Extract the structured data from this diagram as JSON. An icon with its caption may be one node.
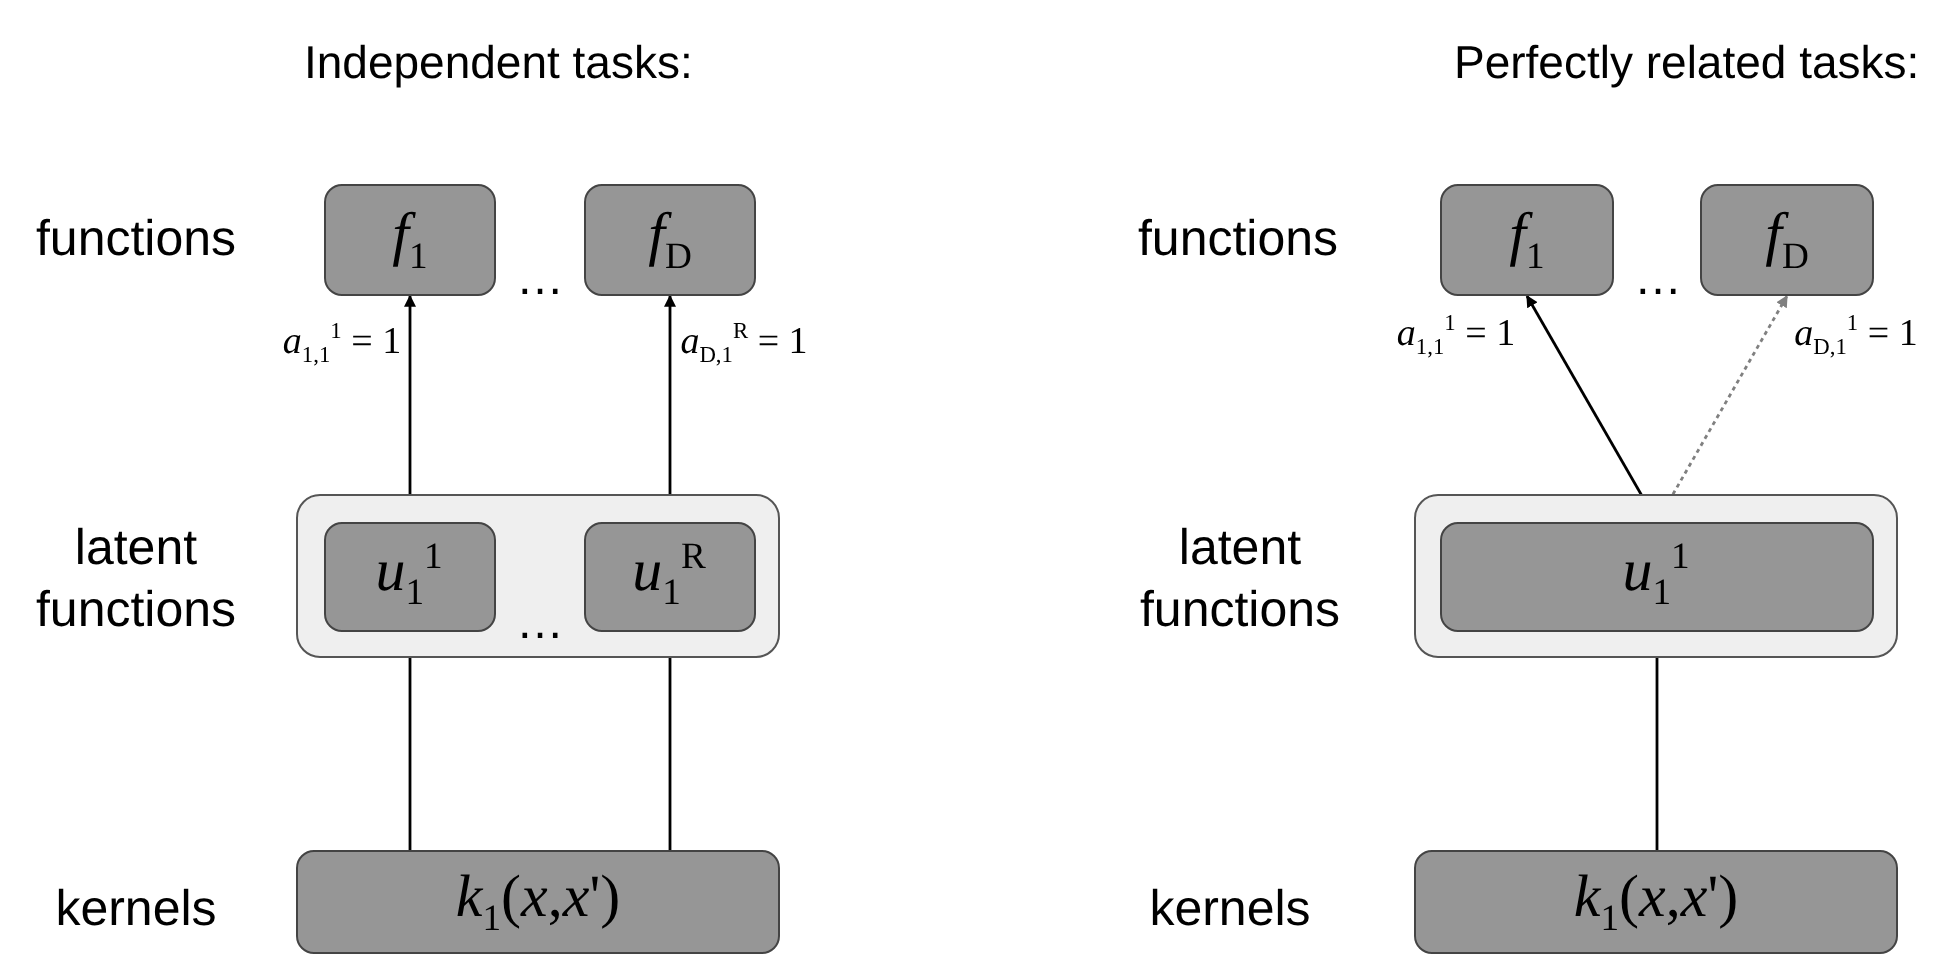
{
  "diagram": {
    "nodes": [
      {
        "text": [
          "*f*$_{1}$"
        ]
      },
      {
        "text": [
          "*f*$_{D}$"
        ]
      },
      {
        "text": [],
        "shape": "box"
      },
      {
        "text": [
          "*u*$_{1}$$^{1}$"
        ],
        "in": 2
      },
      {
        "text": [
          "*u*$_{1}$$^{R}$"
        ],
        "in": 2
      },
      {
        "text": [
          "*k*$_{1}$(*x*,*x*')"
        ]
      },
      {
        "text": [
          "*f*$_{1}$"
        ]
      },
      {
        "text": [
          "*f*$_{D}$"
        ]
      },
      {
        "text": [],
        "shape": "box"
      },
      {
        "text": [
          "*u*$_{1}$$^{1}$"
        ],
        "in": 8
      },
      {
        "text": [
          "*k*$_{1}$(*x*,*x*')"
        ]
      }
    ],
    "edges": [
      {
        "from": 5,
        "to": 3,
        "arrow": "to"
      },
      {
        "from": 5,
        "to": 4,
        "arrow": "to"
      },
      {
        "from": 3,
        "to": 0,
        "arrow": "to",
        "label": "*a*$_{1,1}$$^{1}$ = 1"
      },
      {
        "from": 4,
        "to": 1,
        "arrow": "to",
        "label": "*a*$_{D,1}$$^{R}$ = 1"
      },
      {
        "from": 10,
        "to": 9,
        "arrow": "to"
      },
      {
        "from": 9,
        "to": 6,
        "arrow": "to",
        "label": "*a*$_{1,1}$$^{1}$ = 1"
      },
      {
        "from": 9,
        "to": 7,
        "arrow": "to",
        "label": "*a*$_{D,1}$$^{1}$ = 1",
        "style": "dashed",
        "color": "#808080"
      }
    ],
    "labels": [
      "Independent tasks:",
      "Perfectly related tasks:",
      "functions",
      "…",
      "functions",
      "…",
      "latent functions",
      "…",
      "latent functions",
      "kernels",
      "kernels"
    ]
  }
}
